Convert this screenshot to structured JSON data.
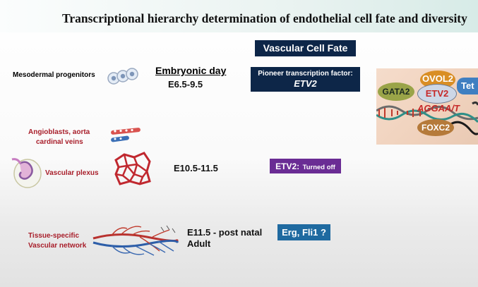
{
  "title": "Transcriptional hierarchy determination of endothelial cell fate and diversity",
  "header": "Vascular Cell Fate",
  "embryonic_day_label": "Embryonic day",
  "stages": {
    "mesodermal": "Mesodermal progenitors",
    "angioblasts_line1": "Angioblasts, aorta",
    "angioblasts_line2": "cardinal veins",
    "plexus": "Vascular plexus",
    "tissue_line1": "Tissue-specific",
    "tissue_line2": "Vascular network"
  },
  "days": {
    "d1": "E6.5-9.5",
    "d2": "E10.5-11.5",
    "d3_line1": "E11.5 - post natal",
    "d3_line2": "Adult"
  },
  "factors": {
    "pioneer_label": "Pioneer transcription factor:",
    "pioneer_name": "ETV2",
    "turned_off_name": "ETV2:",
    "turned_off_note": "Turned off",
    "later": "Erg, Fli1 ?"
  },
  "complex": {
    "gata2": "GATA2",
    "ovol2": "OVOL2",
    "etv2": "ETV2",
    "tet": "Tet",
    "motif": "AGGAA/T",
    "foxc2": "FOXC2"
  },
  "colors": {
    "navy_box": "#0d2648",
    "purple_box": "#6a2c94",
    "blue_box": "#1f6aa0",
    "stage_red": "#a81e2a"
  }
}
